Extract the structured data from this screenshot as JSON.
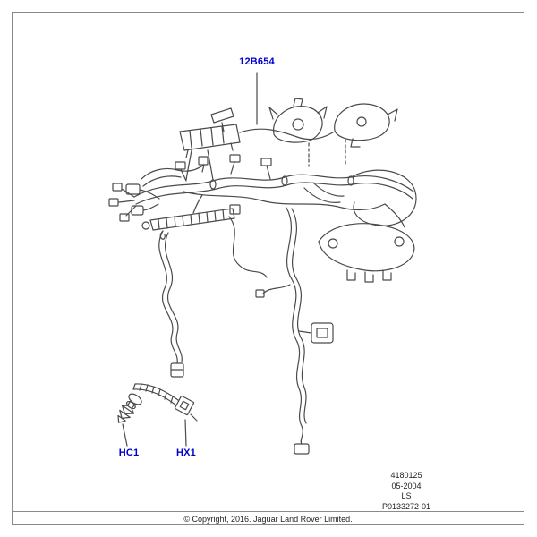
{
  "callouts": {
    "main": {
      "label": "12B654"
    },
    "hc1": {
      "label": "HC1"
    },
    "hx1": {
      "label": "HX1"
    }
  },
  "plate": {
    "part_number": "4180125",
    "date": "05-2004",
    "model": "LS",
    "drawing_number": "P0133272-01"
  },
  "footer": {
    "copyright": "© Copyright, 2016. Jaguar Land Rover Limited."
  },
  "colors": {
    "callout_blue": "#0000cc",
    "line_gray": "#4a4a4a"
  }
}
